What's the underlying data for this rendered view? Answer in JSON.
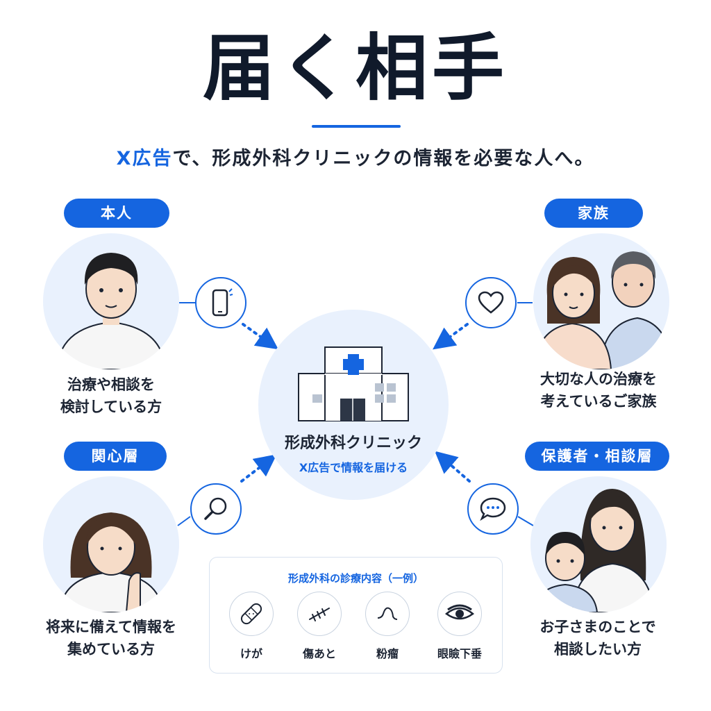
{
  "title": "届く相手",
  "subtitle": {
    "highlight": "X広告",
    "rest": "で、形成外科クリニックの情報を必要な人へ。"
  },
  "colors": {
    "accent": "#1565e0",
    "circle_bg": "#e9f1fd",
    "text": "#1c2433"
  },
  "center": {
    "name": "形成外科クリニック",
    "tagline": "X広告で情報を届ける",
    "icon": "hospital-building-icon"
  },
  "audiences": [
    {
      "label": "本人",
      "caption_line1": "治療や相談を",
      "caption_line2": "検討している方",
      "icon": "smartphone-icon"
    },
    {
      "label": "家族",
      "caption_line1": "大切な人の治療を",
      "caption_line2": "考えているご家族",
      "icon": "heart-icon"
    },
    {
      "label": "関心層",
      "caption_line1": "将来に備えて情報を",
      "caption_line2": "集めている方",
      "icon": "search-icon"
    },
    {
      "label": "保護者・相談層",
      "caption_line1": "お子さまのことで",
      "caption_line2": "相談したい方",
      "icon": "chat-bubble-icon"
    }
  ],
  "treatments": {
    "title": "形成外科の診療内容（一例）",
    "items": [
      {
        "label": "けが",
        "icon": "bandage-icon"
      },
      {
        "label": "傷あと",
        "icon": "scar-icon"
      },
      {
        "label": "粉瘤",
        "icon": "bump-icon"
      },
      {
        "label": "眼瞼下垂",
        "icon": "eye-icon"
      }
    ]
  }
}
